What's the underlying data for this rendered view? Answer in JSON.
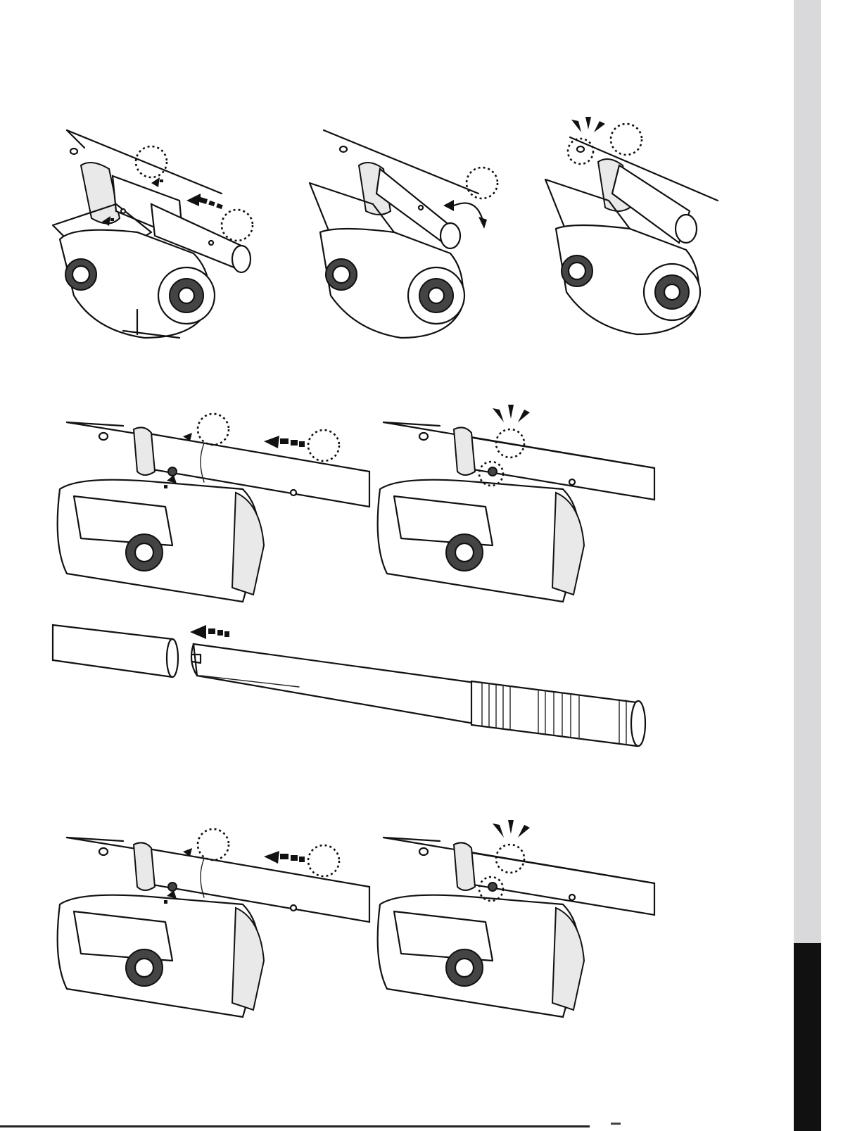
{
  "page": {
    "title": "",
    "side_tab_light": "#d9d9db",
    "side_tab_dark": "#111111"
  },
  "figures": [
    {
      "id": "step-1a",
      "label": "",
      "icons": [
        "dashed-callout-circle",
        "dashed-callout-circle",
        "push-arrow-icon",
        "detent-arrow-icon",
        "detent-arrow-icon"
      ]
    },
    {
      "id": "step-1b",
      "label": "",
      "icons": [
        "dashed-callout-circle",
        "rotate-arrow-icon"
      ]
    },
    {
      "id": "step-1c",
      "label": "",
      "icons": [
        "dashed-callout-circle",
        "dashed-callout-circle",
        "click-mark-icon"
      ]
    },
    {
      "id": "step-2a",
      "label": "",
      "icons": [
        "dashed-callout-circle",
        "dashed-callout-circle",
        "push-arrow-icon",
        "detent-arrow-icon",
        "detent-arrow-icon"
      ]
    },
    {
      "id": "step-2b",
      "label": "",
      "icons": [
        "dashed-callout-circle",
        "dashed-callout-circle",
        "click-mark-icon"
      ]
    },
    {
      "id": "step-3-handle",
      "label": "",
      "icons": [
        "push-arrow-icon"
      ]
    },
    {
      "id": "step-4a",
      "label": "",
      "icons": [
        "dashed-callout-circle",
        "dashed-callout-circle",
        "push-arrow-icon",
        "detent-arrow-icon",
        "detent-arrow-icon"
      ]
    },
    {
      "id": "step-4b",
      "label": "",
      "icons": [
        "dashed-callout-circle",
        "dashed-callout-circle",
        "click-mark-icon"
      ]
    }
  ]
}
